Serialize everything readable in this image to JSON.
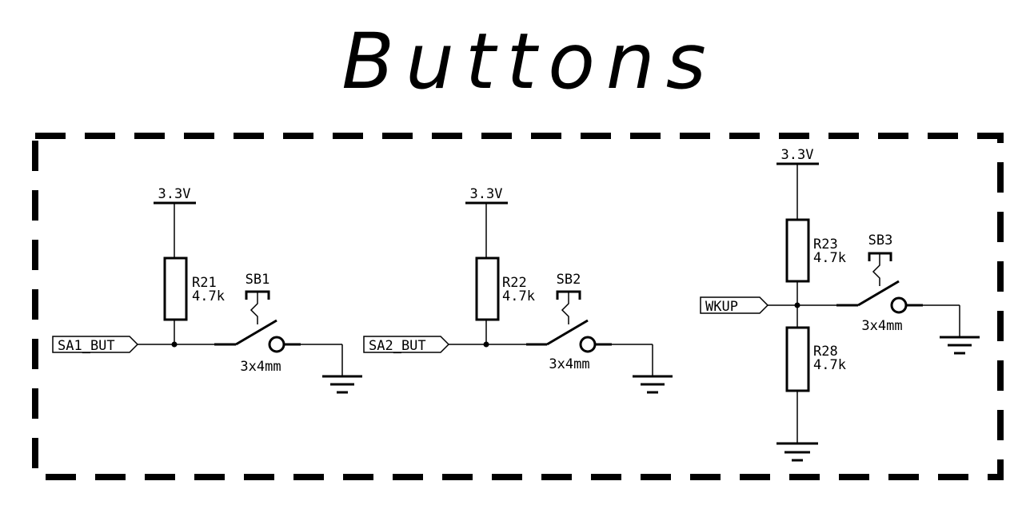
{
  "title": "Buttons",
  "circuits": [
    {
      "supply": "3.3V",
      "resistor": {
        "ref": "R21",
        "value": "4.7k"
      },
      "switch": {
        "ref": "SB1",
        "footprint": "3x4mm"
      },
      "net": "SA1_BUT"
    },
    {
      "supply": "3.3V",
      "resistor": {
        "ref": "R22",
        "value": "4.7k"
      },
      "switch": {
        "ref": "SB2",
        "footprint": "3x4mm"
      },
      "net": "SA2_BUT"
    },
    {
      "supply": "3.3V",
      "resistor": {
        "ref": "R23",
        "value": "4.7k"
      },
      "resistor2": {
        "ref": "R28",
        "value": "4.7k"
      },
      "switch": {
        "ref": "SB3",
        "footprint": "3x4mm"
      },
      "net": "WKUP"
    }
  ]
}
